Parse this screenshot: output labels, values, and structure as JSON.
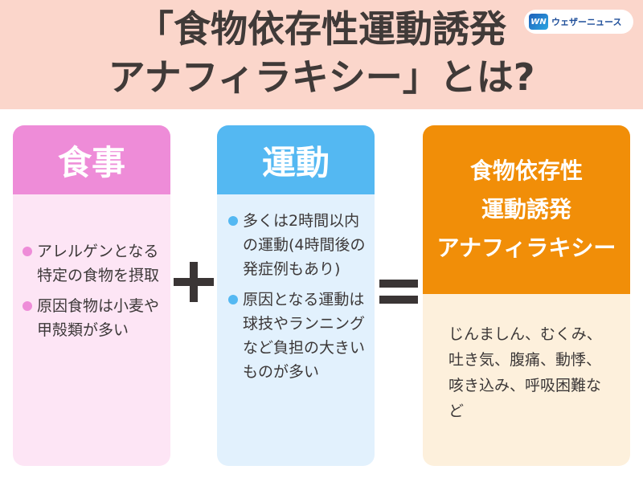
{
  "header": {
    "title_line1": "「食物依存性運動誘発",
    "title_line2": "アナフィラキシー」とは?",
    "background": "#fbd6cb"
  },
  "logo": {
    "mark": "WN",
    "text": "ウェザーニュース"
  },
  "food_card": {
    "title": "食事",
    "accent": "#ee8cd8",
    "items": [
      "アレルゲンとなる特定の食物を摂取",
      "原因食物は小麦や甲殻類が多い"
    ]
  },
  "exercise_card": {
    "title": "運動",
    "accent": "#54b8f2",
    "items": [
      "多くは2時間以内の運動(4時間後の発症例もあり)",
      "原因となる運動は球技やランニングなど負担の大きいものが多い"
    ]
  },
  "result_card": {
    "title_line1": "食物依存性",
    "title_line2": "運動誘発",
    "title_line3": "アナフィラキシー",
    "accent": "#f18e08",
    "symptoms": "じんましん、むくみ、吐き気、腹痛、動悸、咳き込み、呼吸困難など"
  },
  "operators": {
    "plus": "+",
    "equals": "="
  }
}
